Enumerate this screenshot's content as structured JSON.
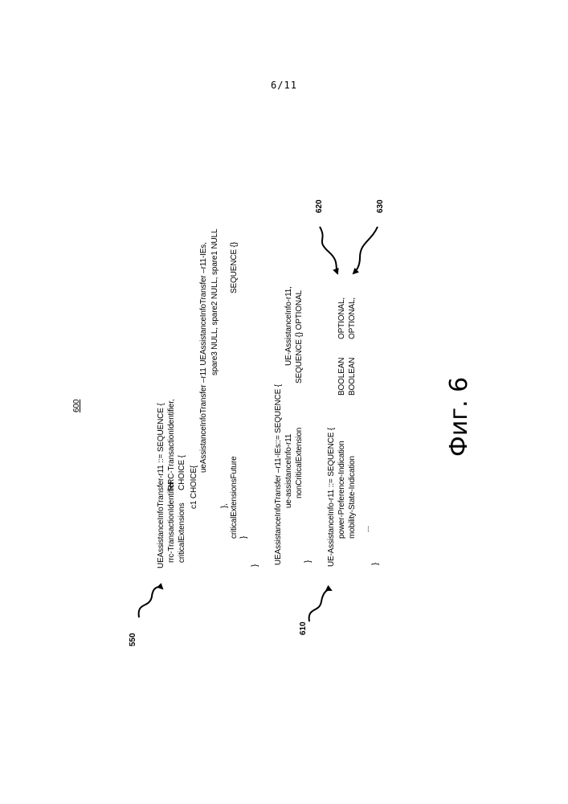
{
  "page_number": "6/11",
  "figure_ref": "600",
  "figure_caption": "Фиг. 6",
  "refs": {
    "r550": "550",
    "r610": "610",
    "r620": "620",
    "r630": "630"
  },
  "block1": {
    "l1": "UEAssistanceInfoTransfer-r11 ::= SEQUENCE {",
    "l2a": "rrc-TransactionIdentifier",
    "l2b": "RRC-TransactionIdentifier,",
    "l3a": "criticalExtensions",
    "l3b": "CHOICE {",
    "l4": "c1 CHOICE{",
    "l5": "ueAssistanceInfoTransfer –r11   UEAssistanceInfoTransfer –r11-IEs,",
    "l6": "spare3 NULL, spare2 NULL, spare1 NULL",
    "l7": "},",
    "l8a": "criticalExtensionsFuture",
    "l8b": "SEQUENCE {}",
    "l9": "}",
    "l10": "}"
  },
  "block2": {
    "l1": "UEAssistanceInfoTransfer –r11-IEs::= SEQUENCE {",
    "l2a": "ue-assistanceInfo-r11",
    "l2b": "UE-AssistanceInfo-r11,",
    "l3a": "nonCriticalExtension",
    "l3b": "SEQUENCE {} OPTIONAL",
    "l4": "}"
  },
  "block3": {
    "l1": "UE-AssistanceInfo-r11 ::= SEQUENCE {",
    "l2a": "power-Preference-Indication",
    "l2b": "BOOLEAN",
    "l2c": "OPTIONAL,",
    "l3a": "mobility-State-Indication",
    "l3b": "BOOLEAN",
    "l3c": "OPTIONAL,",
    "l4": "...",
    "l5": "}"
  }
}
